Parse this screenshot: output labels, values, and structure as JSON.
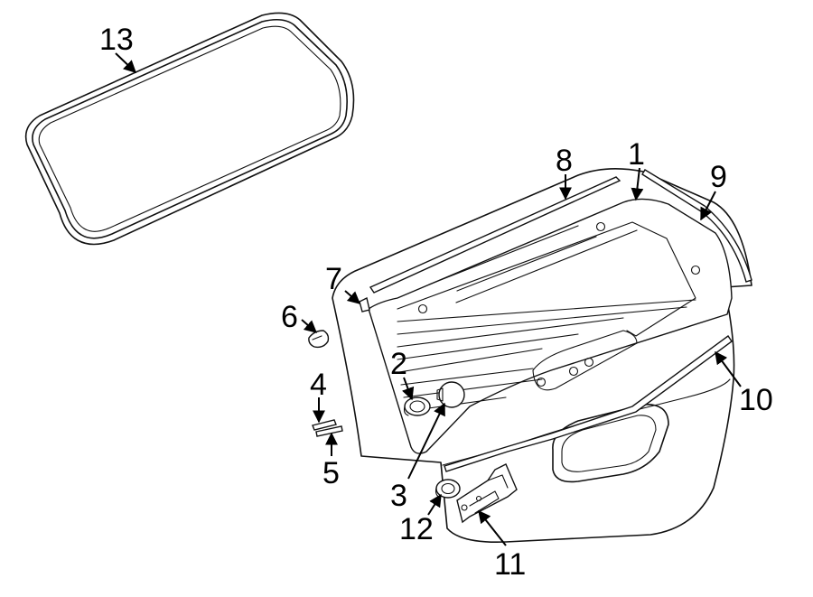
{
  "diagram": {
    "callouts": [
      {
        "id": "c1",
        "label": "1"
      },
      {
        "id": "c2",
        "label": "2"
      },
      {
        "id": "c3",
        "label": "3"
      },
      {
        "id": "c4",
        "label": "4"
      },
      {
        "id": "c5",
        "label": "5"
      },
      {
        "id": "c6",
        "label": "6"
      },
      {
        "id": "c7",
        "label": "7"
      },
      {
        "id": "c8",
        "label": "8"
      },
      {
        "id": "c9",
        "label": "9"
      },
      {
        "id": "c10",
        "label": "10"
      },
      {
        "id": "c11",
        "label": "11"
      },
      {
        "id": "c12",
        "label": "12"
      },
      {
        "id": "c13",
        "label": "13"
      }
    ],
    "colors": {
      "line": "#111111",
      "background": "#ffffff"
    }
  }
}
